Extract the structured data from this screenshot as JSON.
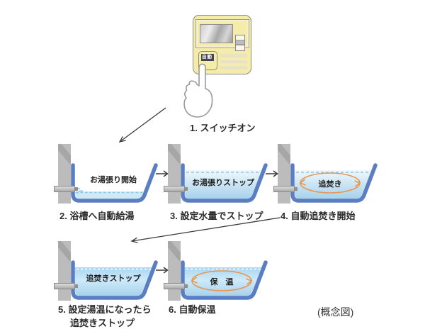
{
  "caption": "(概念図)",
  "panel": {
    "button_label": "自動"
  },
  "steps": [
    {
      "num_label": "1. スイッチオン"
    },
    {
      "num_label": "2. 浴槽へ自動給湯",
      "tub_text": "お湯張り開始"
    },
    {
      "num_label": "3. 設定水量でストップ",
      "tub_text": "お湯張りストップ"
    },
    {
      "num_label": "4. 自動追焚き開始",
      "tub_text": "追焚き"
    },
    {
      "num_label": "5. 設定湯温になったら",
      "num_label2": "追焚きストップ",
      "tub_text": "追焚きストップ"
    },
    {
      "num_label": "6. 自動保温",
      "tub_text": "保　温"
    }
  ],
  "colors": {
    "panel_cream": "#f6eca9",
    "tub_outline_blue": "#5b7ec2",
    "water_top": "#eff8fd",
    "water_bottom": "#a6d1eb",
    "circulation_orange": "#e8964f",
    "pillar_gray": "#bcbcbc",
    "text_dark": "#2b2b2b"
  }
}
